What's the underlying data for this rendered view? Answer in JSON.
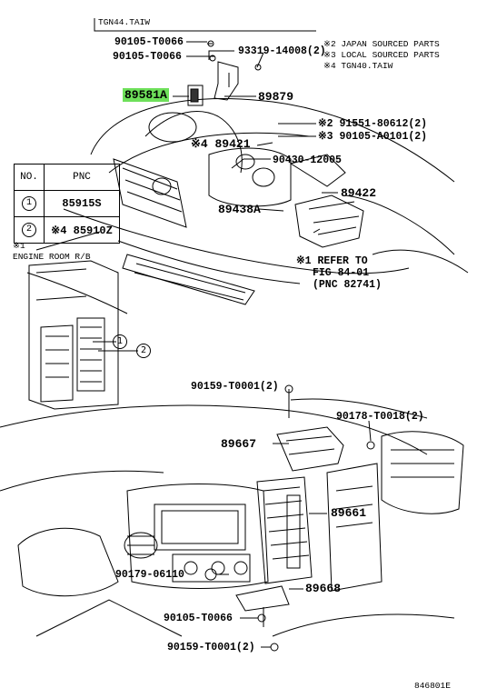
{
  "header_label": "TGN44.TAIW",
  "legend": [
    "※2 JAPAN SOURCED PARTS",
    "※3 LOCAL SOURCED PARTS",
    "※4 TGN40.TAIW"
  ],
  "pnc_table": {
    "col_no": "NO.",
    "col_pnc": "PNC",
    "rows": [
      {
        "no": "1",
        "pnc": "85915S"
      },
      {
        "no": "2",
        "pnc": "※4 85910Z"
      }
    ]
  },
  "engine_room": {
    "mark": "※1",
    "title": "ENGINE ROOM R/B",
    "callouts": [
      "1",
      "2"
    ]
  },
  "parts": {
    "p1": "90105-T0066",
    "p2": "90105-T0066",
    "p3": "93319-14008(2)",
    "p4": "89581A",
    "p5": "89879",
    "p6": "※2 91551-80612(2)",
    "p7": "※3 90105-A0101(2)",
    "p8": "※4 89421",
    "p9": "90430-12005",
    "p10": "89422",
    "p11": "89438A",
    "p12": "※1 REFER TO",
    "p12b": "FIG 84-01",
    "p12c": "(PNC 82741)",
    "p13": "90159-T0001(2)",
    "p14": "90178-T0018(2)",
    "p15": "89667",
    "p16": "89661",
    "p17": "90179-06110",
    "p18": "89668",
    "p19": "90105-T0066",
    "p20": "90159-T0001(2)"
  },
  "highlight_color": "#6ee05a",
  "diagram_code": "846801E"
}
